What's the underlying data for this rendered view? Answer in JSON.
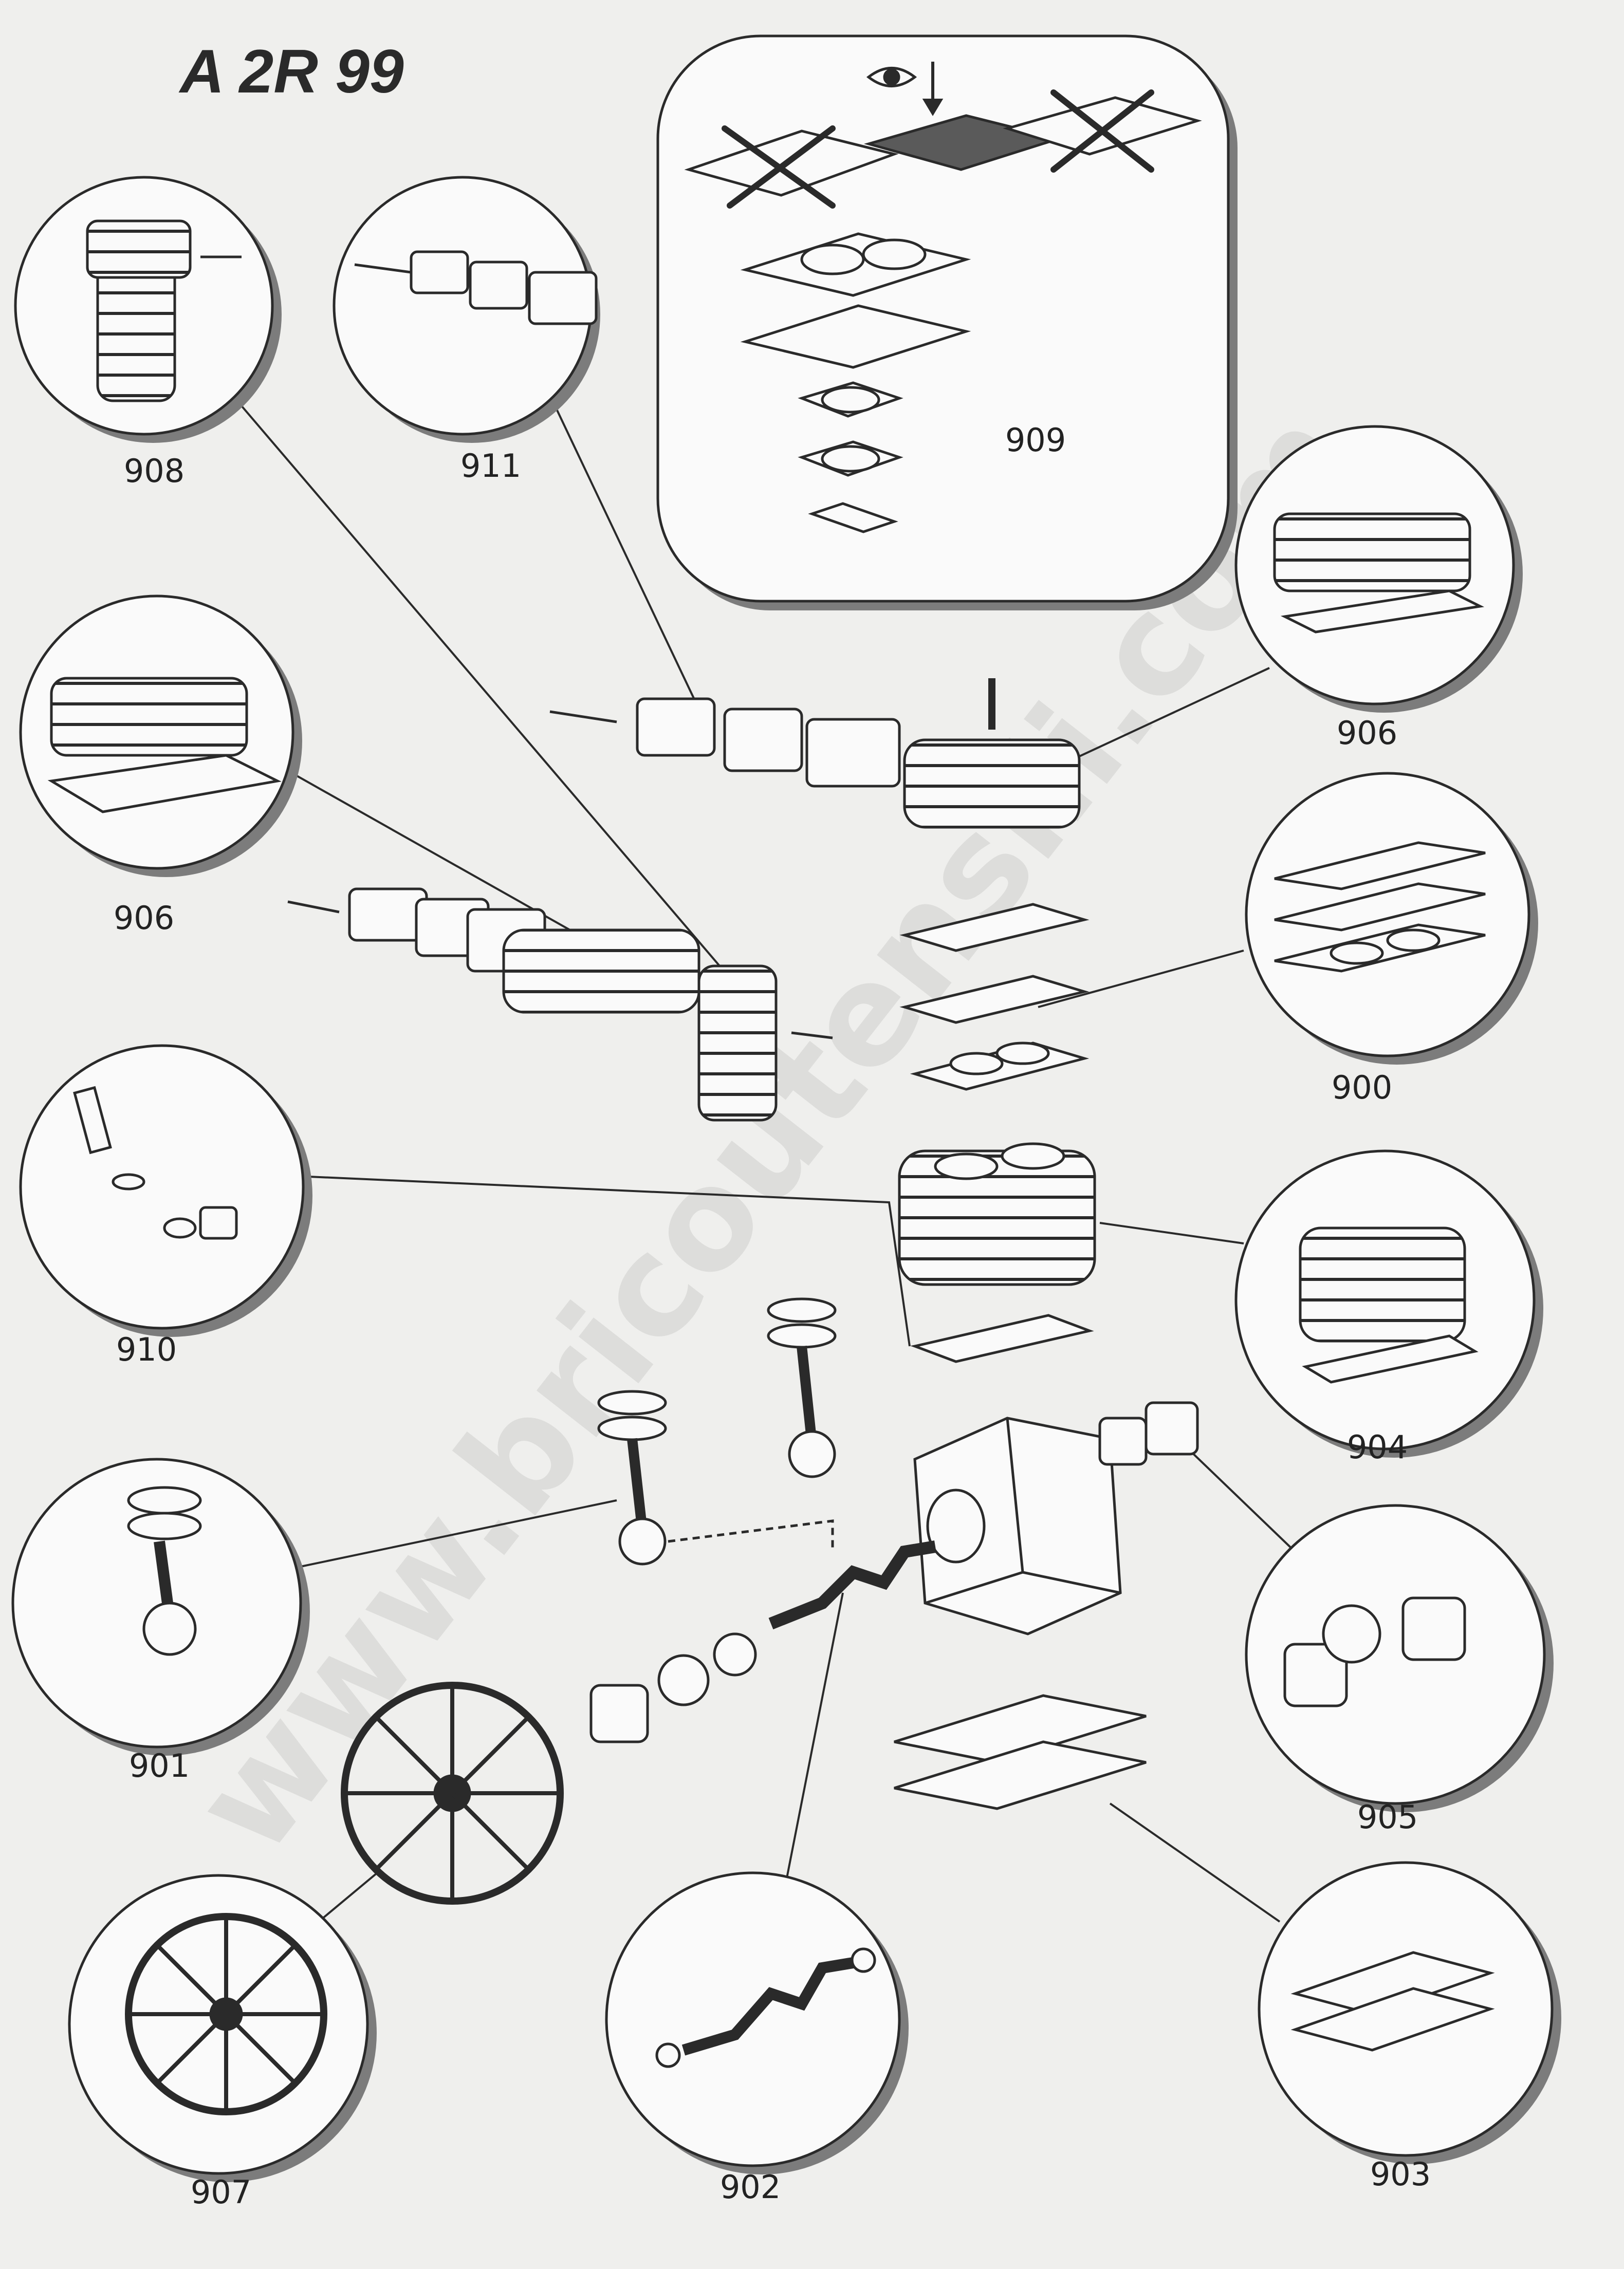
{
  "title": "A 2R 99",
  "parts": [
    {
      "id": "908",
      "label": "908"
    },
    {
      "id": "911",
      "label": "911"
    },
    {
      "id": "909",
      "label": "909"
    },
    {
      "id": "906a",
      "label": "906"
    },
    {
      "id": "906b",
      "label": "906"
    },
    {
      "id": "900",
      "label": "900"
    },
    {
      "id": "910",
      "label": "910"
    },
    {
      "id": "904",
      "label": "904"
    },
    {
      "id": "901",
      "label": "901"
    },
    {
      "id": "905",
      "label": "905"
    },
    {
      "id": "907",
      "label": "907"
    },
    {
      "id": "902",
      "label": "902"
    },
    {
      "id": "903",
      "label": "903"
    }
  ],
  "watermark": "www.bricoutensili.com",
  "colors": {
    "paper": "#efefed",
    "ink": "#2a2a2a",
    "shadow": "#7c7c7c",
    "watermark": "#d9d9d7"
  }
}
